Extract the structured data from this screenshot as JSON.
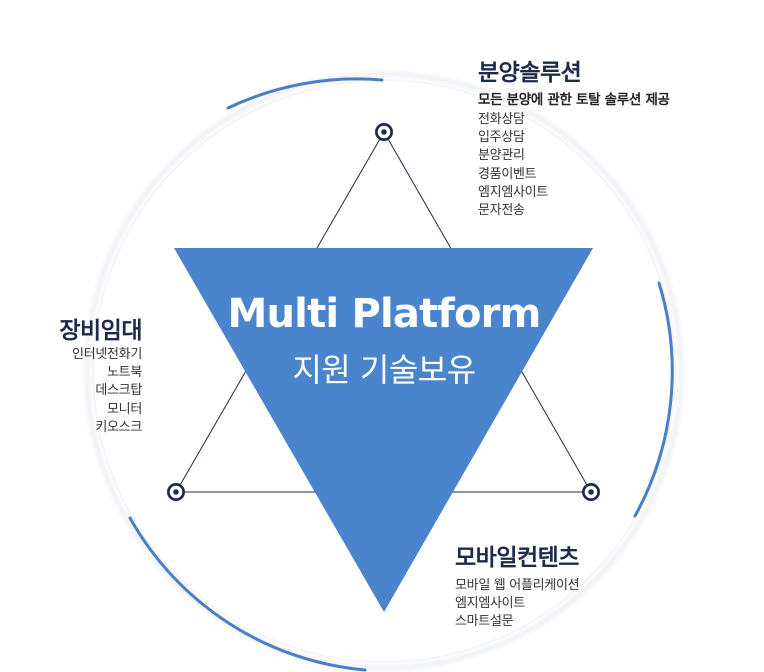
{
  "center": {
    "title": "Multi Platform",
    "subtitle": "지원 기술보유"
  },
  "sections": {
    "top_right": {
      "heading": "분양솔루션",
      "subtitle": "모든 분양에 관한 토탈 솔루션 제공",
      "items": [
        "전화상담",
        "입주상담",
        "분양관리",
        "경품이벤트",
        "엠지엠사이트",
        "문자전송"
      ]
    },
    "left": {
      "heading": "장비임대",
      "items": [
        "인터넷전화기",
        "노트북",
        "데스크탑",
        "모니터",
        "키오스크"
      ]
    },
    "bottom_right": {
      "heading": "모바일컨텐츠",
      "items": [
        "모바일 웹 어플리케이션",
        "엠지엠사이트",
        "스마트설문"
      ]
    }
  },
  "colors": {
    "triangle_fill": "#4a84cc",
    "accent_blue": "#4a7ec7",
    "node_dark": "#1d2a4a",
    "heading": "#1d2a4a"
  }
}
